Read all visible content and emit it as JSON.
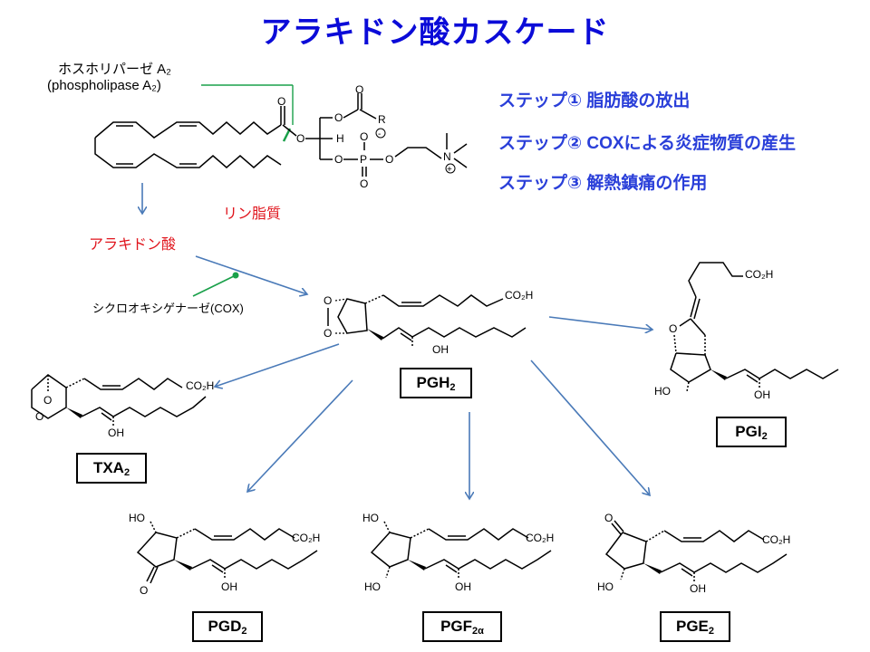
{
  "title": "アラキドン酸カスケード",
  "steps": [
    "ステップ① 脂肪酸の放出",
    "ステップ② COXによる炎症物質の産生",
    "ステップ③ 解熱鎮痛の作用"
  ],
  "enzyme_pla2": {
    "label_jp": "ホスホリパーゼ A₂",
    "label_en": "(phospholipase A₂)"
  },
  "phospholipid_label": "リン脂質",
  "arachidonic_acid_label": "アラキドン酸",
  "cox_label": "シクロオキシゲナーゼ(COX)",
  "phospholipid_atoms": {
    "o": "O",
    "r": "R",
    "h": "H",
    "p": "P",
    "n": "N",
    "minus": "-",
    "plus": "+"
  },
  "group_labels": {
    "co2h": "CO₂H",
    "oh": "OH",
    "ho": "HO",
    "o": "O"
  },
  "products": {
    "pgh2": {
      "base": "PGH",
      "sub": "2"
    },
    "txa2": {
      "base": "TXA",
      "sub": "2"
    },
    "pgi2": {
      "base": "PGI",
      "sub": "2"
    },
    "pgd2": {
      "base": "PGD",
      "sub": "2"
    },
    "pgf2a": {
      "base": "PGF",
      "sub": "2α"
    },
    "pge2": {
      "base": "PGE",
      "sub": "2"
    }
  },
  "colors": {
    "title": "#0b0bd8",
    "steps": "#2a3fd9",
    "red_labels": "#e0151d",
    "arrows": "#4a7ab8",
    "enzyme_lines": "#1aa04a"
  }
}
